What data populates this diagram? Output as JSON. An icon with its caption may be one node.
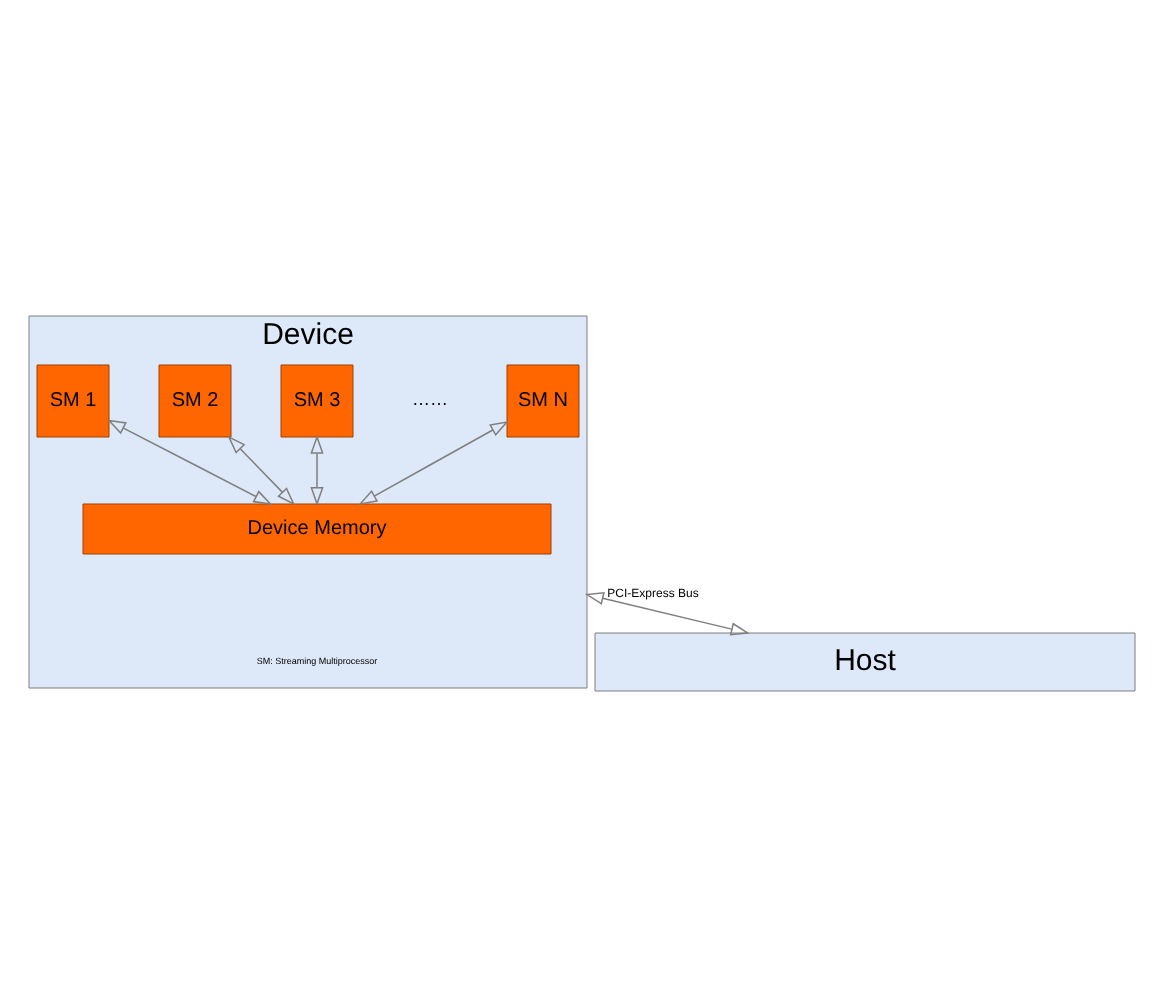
{
  "diagram": {
    "nodes": [
      {
        "text": [
          "Device"
        ]
      },
      {
        "text": [
          "SM 1"
        ],
        "in": 0
      },
      {
        "text": [
          "SM 2"
        ],
        "in": 0
      },
      {
        "text": [
          "SM 3"
        ],
        "in": 0
      },
      {
        "text": [
          "SM N"
        ],
        "in": 0
      },
      {
        "text": [
          "Device Memory"
        ],
        "in": 0
      },
      {
        "text": [
          "Host"
        ]
      }
    ],
    "edges": [
      {
        "from": 1,
        "to": 5,
        "arrow": "both"
      },
      {
        "from": 2,
        "to": 5,
        "arrow": "both"
      },
      {
        "from": 3,
        "to": 5,
        "arrow": "both"
      },
      {
        "from": 4,
        "to": 5,
        "arrow": "both"
      },
      {
        "from": 0,
        "to": 6,
        "arrow": "both",
        "label": "PCI-Express Bus"
      }
    ],
    "labels": [
      "……",
      "SM: Streaming Multiprocessor"
    ]
  }
}
